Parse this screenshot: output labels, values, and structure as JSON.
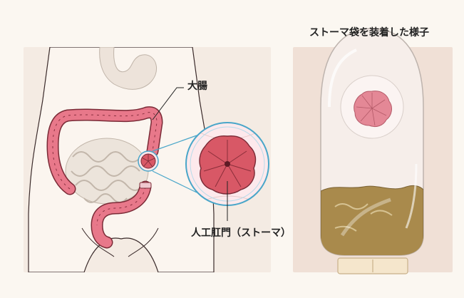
{
  "labels": {
    "colon": "大腸",
    "stoma": "人工肛門（ストーマ）",
    "pouch_title": "ストーマ袋を装着した様子"
  },
  "colors": {
    "background": "#fbf7f1",
    "body_panel": "#f4ebe3",
    "pouch_panel": "#f0e0d6",
    "colon_pink": "#e8788a",
    "colon_outline": "#7a2a36",
    "stoma_red": "#d85866",
    "magnifier_ring": "#49a6c9",
    "pouch_contents": "#a98a4c"
  }
}
